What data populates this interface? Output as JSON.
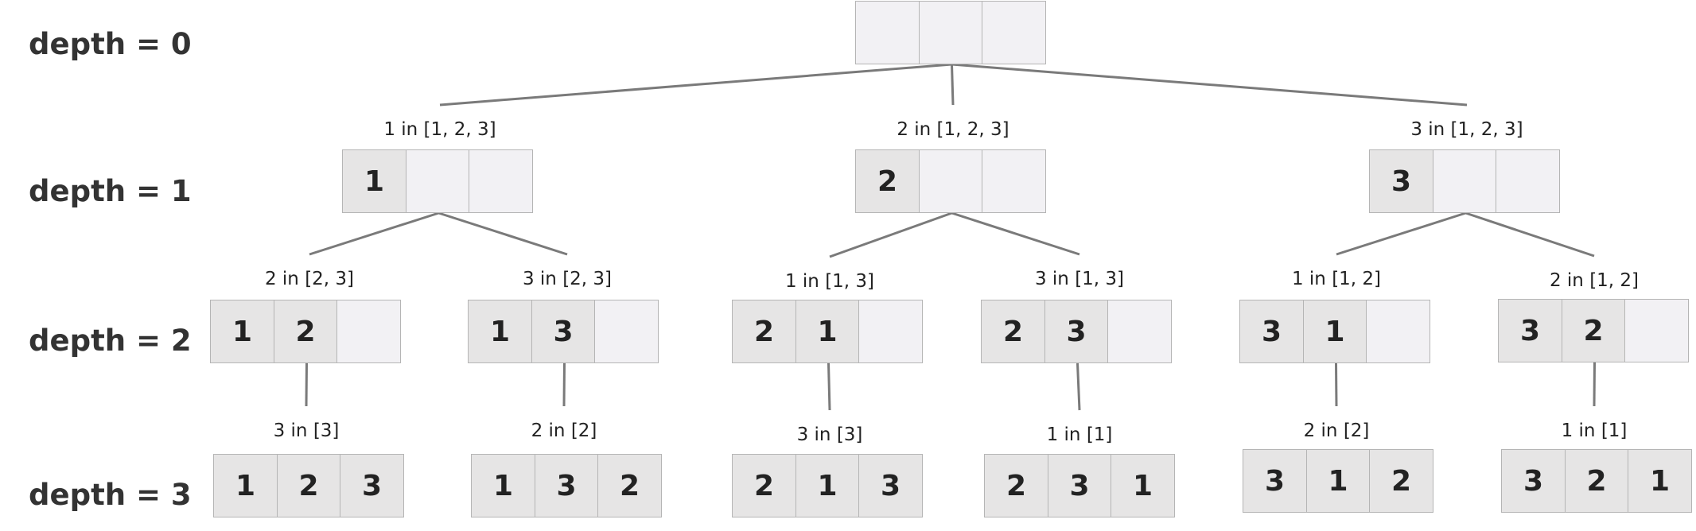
{
  "depth_labels": [
    "depth = 0",
    "depth = 1",
    "depth = 2",
    "depth = 3"
  ],
  "nodes": [
    {
      "depth": 0,
      "cells": [
        "",
        "",
        ""
      ],
      "label": ""
    },
    {
      "depth": 1,
      "cells": [
        "1",
        "",
        ""
      ],
      "label": "1 in [1, 2, 3]"
    },
    {
      "depth": 1,
      "cells": [
        "2",
        "",
        ""
      ],
      "label": "2 in [1, 2, 3]"
    },
    {
      "depth": 1,
      "cells": [
        "3",
        "",
        ""
      ],
      "label": "3 in [1, 2, 3]"
    },
    {
      "depth": 2,
      "cells": [
        "1",
        "2",
        ""
      ],
      "label": "2 in [2, 3]"
    },
    {
      "depth": 2,
      "cells": [
        "1",
        "3",
        ""
      ],
      "label": "3 in [2, 3]"
    },
    {
      "depth": 2,
      "cells": [
        "2",
        "1",
        ""
      ],
      "label": "1 in [1, 3]"
    },
    {
      "depth": 2,
      "cells": [
        "2",
        "3",
        ""
      ],
      "label": "3 in [1, 3]"
    },
    {
      "depth": 2,
      "cells": [
        "3",
        "1",
        ""
      ],
      "label": "1 in [1, 2]"
    },
    {
      "depth": 2,
      "cells": [
        "3",
        "2",
        ""
      ],
      "label": "2 in [1, 2]"
    },
    {
      "depth": 3,
      "cells": [
        "1",
        "2",
        "3"
      ],
      "label": "3 in [3]"
    },
    {
      "depth": 3,
      "cells": [
        "1",
        "3",
        "2"
      ],
      "label": "2 in [2]"
    },
    {
      "depth": 3,
      "cells": [
        "2",
        "1",
        "3"
      ],
      "label": "3 in [3]"
    },
    {
      "depth": 3,
      "cells": [
        "2",
        "3",
        "1"
      ],
      "label": "1 in [1]"
    },
    {
      "depth": 3,
      "cells": [
        "3",
        "1",
        "2"
      ],
      "label": "2 in [2]"
    },
    {
      "depth": 3,
      "cells": [
        "3",
        "2",
        "1"
      ],
      "label": "1 in [1]"
    }
  ],
  "edges": [
    [
      0,
      1
    ],
    [
      0,
      2
    ],
    [
      0,
      3
    ],
    [
      1,
      4
    ],
    [
      1,
      5
    ],
    [
      2,
      6
    ],
    [
      2,
      7
    ],
    [
      3,
      8
    ],
    [
      3,
      9
    ],
    [
      4,
      10
    ],
    [
      5,
      11
    ],
    [
      6,
      12
    ],
    [
      7,
      13
    ],
    [
      8,
      14
    ],
    [
      9,
      15
    ]
  ]
}
